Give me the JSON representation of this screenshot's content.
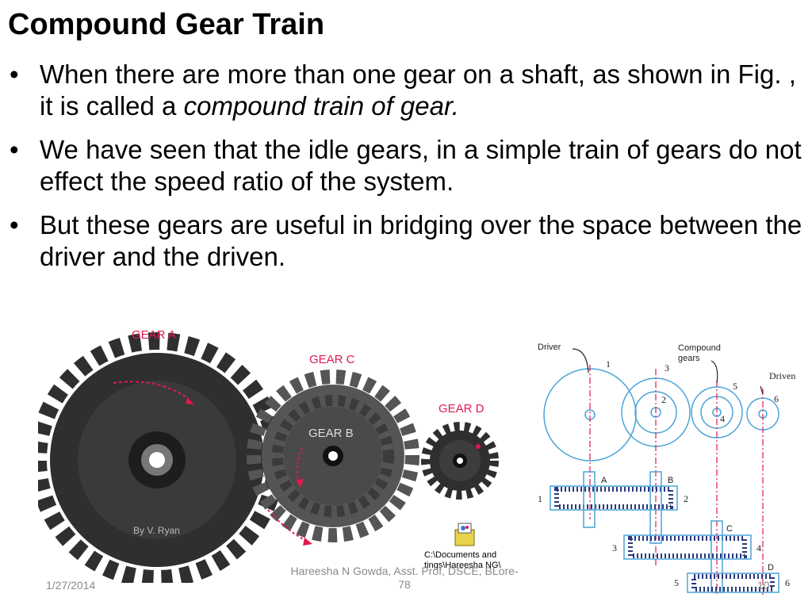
{
  "slide": {
    "title": "Compound Gear Train",
    "bullets": [
      {
        "pre": "When there are more than one gear on a shaft, as shown in Fig. , it is called a ",
        "italic": "compound train of gear."
      },
      {
        "pre": "We have seen that the idle gears, in a simple train of gears do not effect the speed ratio of the system.",
        "italic": ""
      },
      {
        "pre": "But these gears are useful in bridging over the space between the driver and the driven.",
        "italic": ""
      }
    ],
    "bullet_glyph": "•"
  },
  "figure_left": {
    "gear_a": "GEAR A",
    "gear_b": "GEAR B",
    "gear_c": "GEAR C",
    "gear_d": "GEAR D",
    "credit": "By V. Ryan"
  },
  "figure_right": {
    "driver": "Driver",
    "compound_line1": "Compound",
    "compound_line2": "gears",
    "driven": "Driven",
    "n1": "1",
    "n2": "2",
    "n3": "3",
    "n4": "4",
    "n5": "5",
    "n6": "6",
    "lA": "A",
    "lB": "B",
    "lC": "C",
    "lD": "D"
  },
  "footer": {
    "date": "1/27/2014",
    "author_line1": "Hareesha N Gowda, Asst. Prof, DSCE, BLore-",
    "author_line2": "78",
    "page": "10"
  },
  "embedded_object": {
    "caption_line1": "C:\\Documents and",
    "caption_line2": "tings\\Hareesha NG\\"
  },
  "colors": {
    "diagram_blue": "#4aa3d8",
    "marker_red": "#e0194f",
    "gear_dark": "#2f2f2f",
    "gear_mid": "#555555"
  }
}
